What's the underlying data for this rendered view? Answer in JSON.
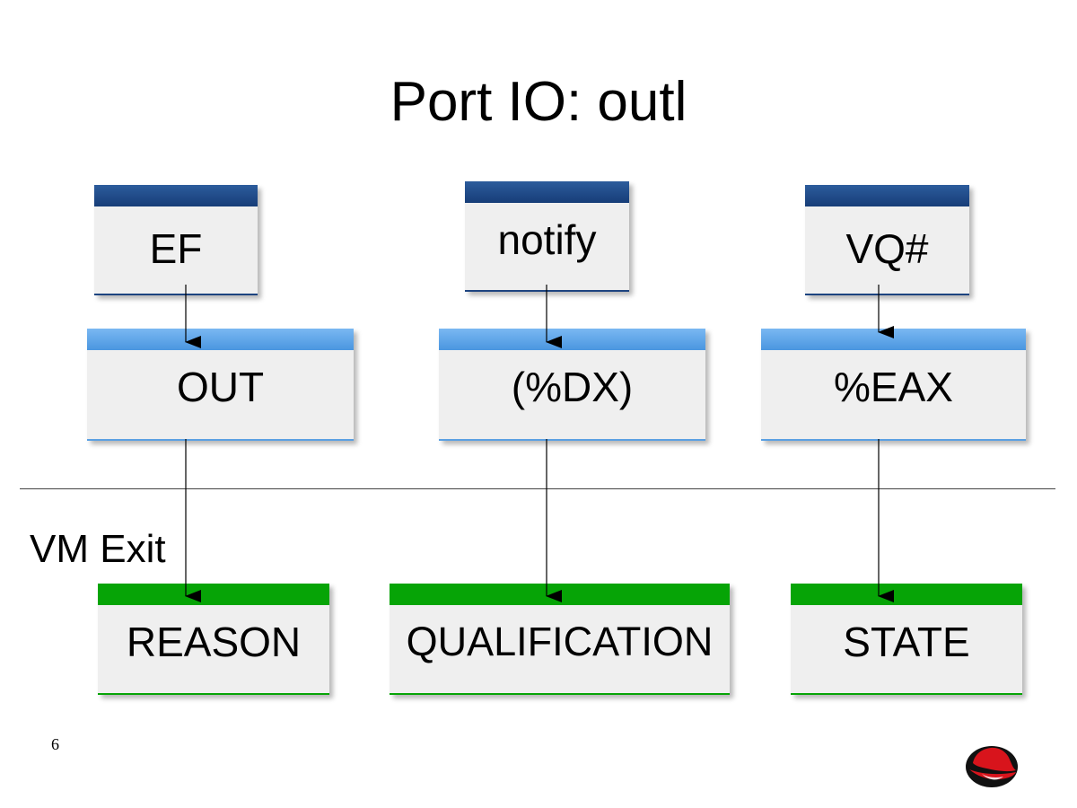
{
  "title": "Port IO: outl",
  "side_label": "VM Exit",
  "page_number": "6",
  "top_row": [
    "EF",
    "notify",
    "VQ#"
  ],
  "middle_row": [
    "OUT",
    "(%DX)",
    "%EAX"
  ],
  "bottom_row": [
    "REASON",
    "QUALIFICATION",
    "STATE"
  ],
  "colors": {
    "top_header": "#1d4480",
    "middle_header": "#5aa0e2",
    "bottom_header": "#06a406",
    "box_fill": "#efefef"
  },
  "logo": "red-hat-shadowman-icon"
}
